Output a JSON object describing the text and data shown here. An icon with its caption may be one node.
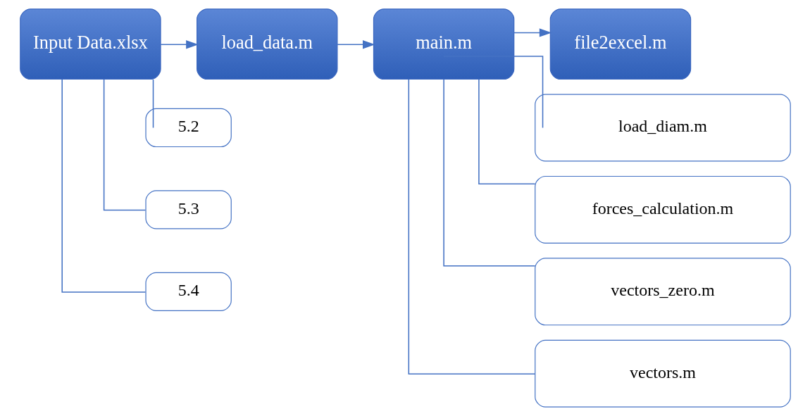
{
  "diagram": {
    "nodes": [
      {
        "text": [
          "Input Data.xlsx"
        ]
      },
      {
        "text": [
          "load_data.m"
        ]
      },
      {
        "text": [
          "main.m"
        ]
      },
      {
        "text": [
          "file2excel.m"
        ]
      },
      {
        "text": [
          "5.2"
        ]
      },
      {
        "text": [
          "5.3"
        ]
      },
      {
        "text": [
          "5.4"
        ]
      },
      {
        "text": [
          "load_diam.m"
        ]
      },
      {
        "text": [
          "forces_calculation.m"
        ]
      },
      {
        "text": [
          "vectors_zero.m"
        ]
      },
      {
        "text": [
          "vectors.m"
        ]
      }
    ],
    "edges": [
      {
        "from": 0,
        "to": 1,
        "arrow": "to"
      },
      {
        "from": 1,
        "to": 2,
        "arrow": "to"
      },
      {
        "from": 2,
        "to": 3,
        "arrow": "to"
      },
      {
        "from": 0,
        "to": 4,
        "arrow": "none"
      },
      {
        "from": 0,
        "to": 5,
        "arrow": "none"
      },
      {
        "from": 0,
        "to": 6,
        "arrow": "none"
      },
      {
        "from": 2,
        "to": 7,
        "arrow": "none"
      },
      {
        "from": 2,
        "to": 8,
        "arrow": "none"
      },
      {
        "from": 2,
        "to": 9,
        "arrow": "none"
      },
      {
        "from": 2,
        "to": 10,
        "arrow": "none"
      }
    ]
  }
}
